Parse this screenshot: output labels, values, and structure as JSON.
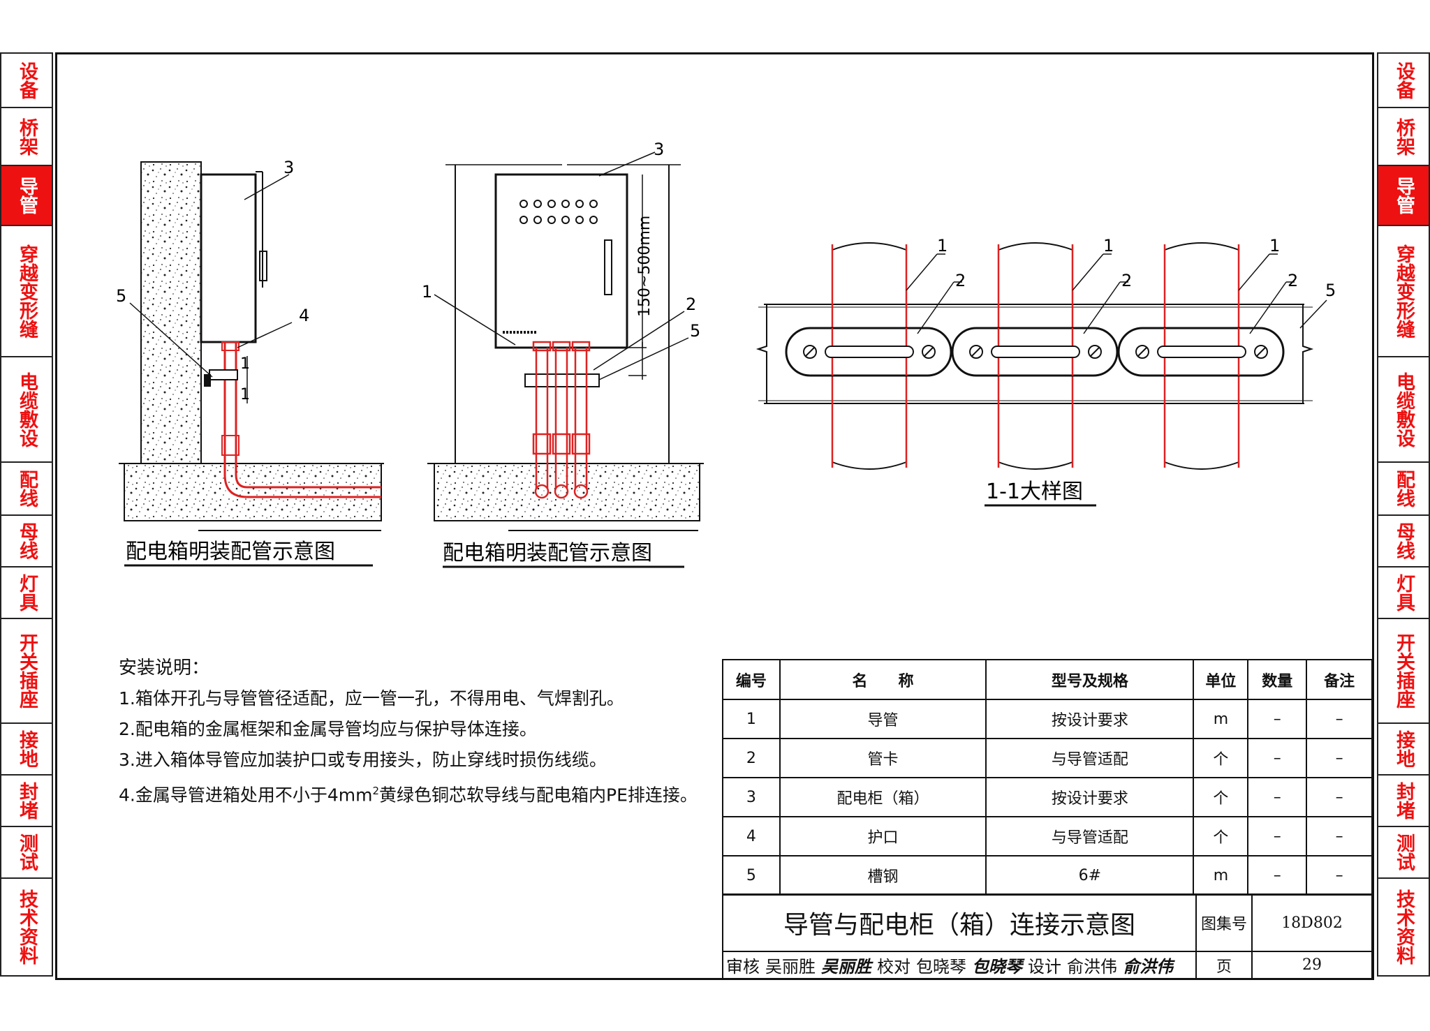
{
  "sidebar": {
    "items": [
      {
        "label": "设备",
        "active": false
      },
      {
        "label": "桥架",
        "active": false
      },
      {
        "label": "导管",
        "active": true
      },
      {
        "label": "穿越变形缝",
        "active": false
      },
      {
        "label": "电缆敷设",
        "active": false
      },
      {
        "label": "配线",
        "active": false
      },
      {
        "label": "母线",
        "active": false
      },
      {
        "label": "灯具",
        "active": false
      },
      {
        "label": "开关插座",
        "active": false
      },
      {
        "label": "接地",
        "active": false
      },
      {
        "label": "封堵",
        "active": false
      },
      {
        "label": "测试",
        "active": false
      },
      {
        "label": "技术资料",
        "active": false
      }
    ]
  },
  "diagrams": {
    "side_view_caption": "配电箱明装配管示意图",
    "front_view_caption": "配电箱明装配管示意图",
    "detail_caption": "1-1大样图",
    "dimension_label": "150~500mm",
    "section_mark": "1",
    "callouts": [
      "1",
      "2",
      "3",
      "4",
      "5"
    ]
  },
  "notes": {
    "title": "安装说明：",
    "items": [
      "1.箱体开孔与导管管径适配，应一管一孔，不得用电、气焊割孔。",
      "2.配电箱的金属框架和金属导管均应与保护导体连接。",
      "3.进入箱体导管应加装护口或专用接头，防止穿线时损伤线缆。"
    ],
    "item4_prefix": "4.金属导管进箱处用不小于4mm",
    "item4_sup": "2",
    "item4_suffix": "黄绿色铜芯软导线与配电箱内PE排连接。"
  },
  "parts_table": {
    "headers": [
      "编号",
      "名　　称",
      "型号及规格",
      "单位",
      "数量",
      "备注"
    ],
    "rows": [
      [
        "1",
        "导管",
        "按设计要求",
        "m",
        "–",
        "–"
      ],
      [
        "2",
        "管卡",
        "与导管适配",
        "个",
        "–",
        "–"
      ],
      [
        "3",
        "配电柜（箱）",
        "按设计要求",
        "个",
        "–",
        "–"
      ],
      [
        "4",
        "护口",
        "与导管适配",
        "个",
        "–",
        "–"
      ],
      [
        "5",
        "槽钢",
        "6#",
        "m",
        "–",
        "–"
      ]
    ]
  },
  "title_block": {
    "drawing_title": "导管与配电柜（箱）连接示意图",
    "atlas_label": "图集号",
    "atlas_no": "18D802",
    "review_label": "审核",
    "reviewer": "吴丽胜",
    "reviewer_sig": "吴丽胜",
    "check_label": "校对",
    "checker": "包晓琴",
    "checker_sig": "包晓琴",
    "design_label": "设计",
    "designer": "俞洪伟",
    "designer_sig": "俞洪伟",
    "page_label": "页",
    "page_no": "29"
  }
}
